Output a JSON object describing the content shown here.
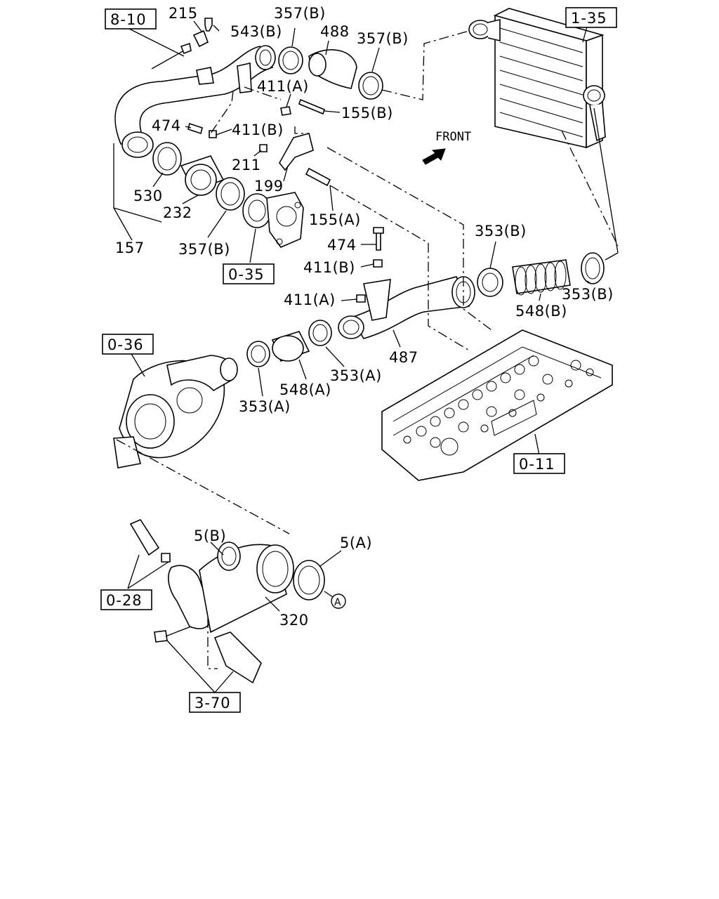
{
  "diagram": {
    "front_label": "FRONT",
    "callouts": {
      "c215": "215",
      "c543b": "543(B)",
      "c357b_top": "357(B)",
      "c488": "488",
      "c357b_right": "357(B)",
      "c411a_top": "411(A)",
      "c155b": "155(B)",
      "c474_top": "474",
      "c411b_top": "411(B)",
      "c211": "211",
      "c199": "199",
      "c155a": "155(A)",
      "c530": "530",
      "c232": "232",
      "c157": "157",
      "c357b_bottom": "357(B)",
      "c474_mid": "474",
      "c411b_mid": "411(B)",
      "c411a_mid": "411(A)",
      "c353b_left": "353(B)",
      "c353b_right": "353(B)",
      "c548b": "548(B)",
      "c487": "487",
      "c353a_right": "353(A)",
      "c548a": "548(A)",
      "c353a_left": "353(A)",
      "c5b": "5(B)",
      "c5a": "5(A)",
      "c320": "320"
    },
    "references": {
      "r8_10": "8-10",
      "r1_35": "1-35",
      "r0_35": "0-35",
      "r0_36": "0-36",
      "r0_11": "0-11",
      "r0_28": "0-28",
      "r3_70": "3-70"
    },
    "connector_mark": "A"
  }
}
